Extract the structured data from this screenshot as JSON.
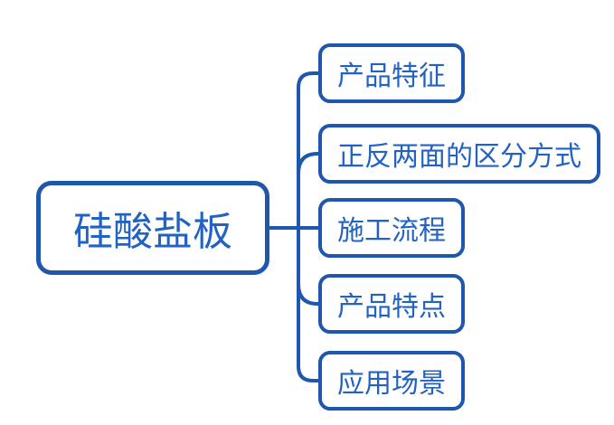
{
  "colors": {
    "line": "#1E57AB",
    "text": "#2262C2",
    "node_bg": "#FFFFFF",
    "page_bg": "#FFFFFF"
  },
  "mindmap": {
    "root": {
      "label": "硅酸盐板"
    },
    "children": [
      {
        "label": "产品特征"
      },
      {
        "label": "正反两面的区分方式"
      },
      {
        "label": "施工流程"
      },
      {
        "label": "产品特点"
      },
      {
        "label": "应用场景"
      }
    ]
  }
}
